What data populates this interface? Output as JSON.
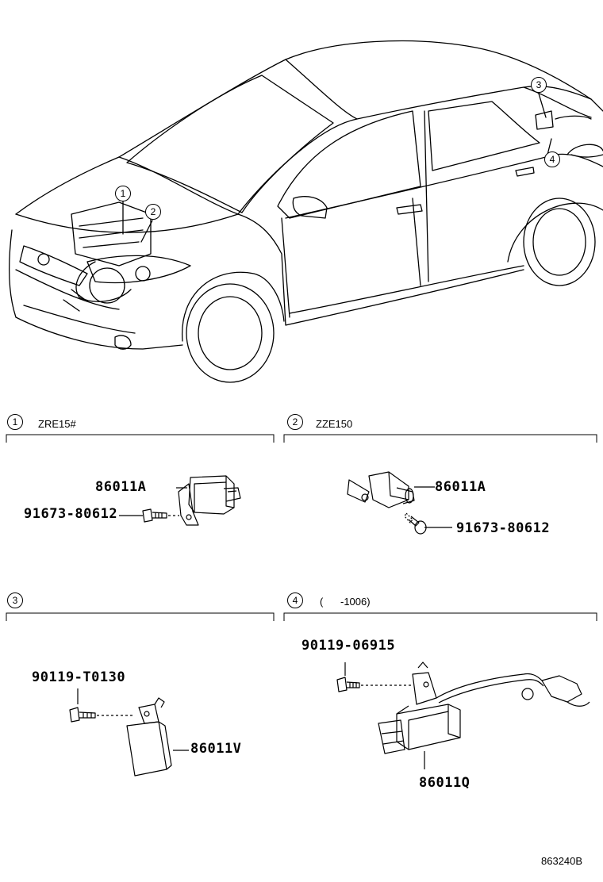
{
  "overview": {
    "callouts": [
      "1",
      "2",
      "3",
      "4"
    ]
  },
  "sections": [
    {
      "number": "1",
      "caption": "ZRE15#",
      "parts": [
        {
          "label": "86011A",
          "icon": "ecu-relay-icon"
        },
        {
          "label": "91673-80612",
          "icon": "bolt-icon"
        }
      ]
    },
    {
      "number": "2",
      "caption": "ZZE150",
      "parts": [
        {
          "label": "86011A",
          "icon": "ecu-relay-icon"
        },
        {
          "label": "91673-80612",
          "icon": "bolt-icon"
        }
      ]
    },
    {
      "number": "3",
      "caption": "",
      "parts": [
        {
          "label": "90119-T0130",
          "icon": "bolt-icon"
        },
        {
          "label": "86011V",
          "icon": "module-icon"
        }
      ]
    },
    {
      "number": "4",
      "caption": "(      -1006)",
      "parts": [
        {
          "label": "90119-06915",
          "icon": "bolt-icon"
        },
        {
          "label": "86011Q",
          "icon": "module-with-harness-icon"
        }
      ]
    }
  ],
  "diagram_code": "863240B"
}
